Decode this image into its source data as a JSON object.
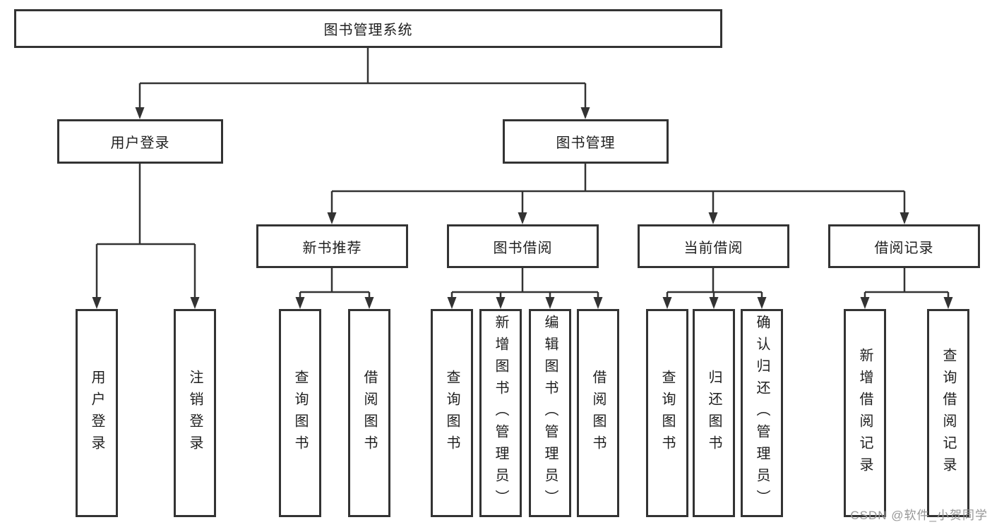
{
  "diagram_type": "tree",
  "colors": {
    "background": "#ffffff",
    "line": "#333333",
    "box_border": "#333333",
    "text": "#1f1f1f",
    "watermark": "#969696"
  },
  "tree": {
    "root": {
      "label": "图书管理系统"
    },
    "branches": [
      {
        "label": "用户登录",
        "children": [
          {
            "label": "用户登录"
          },
          {
            "label": "注销登录"
          }
        ]
      },
      {
        "label": "图书管理",
        "children": [
          {
            "label": "新书推荐",
            "children": [
              {
                "label": "查询图书"
              },
              {
                "label": "借阅图书"
              }
            ]
          },
          {
            "label": "图书借阅",
            "children": [
              {
                "label": "查询图书"
              },
              {
                "label": "新增图书（管理员）"
              },
              {
                "label": "编辑图书（管理员）"
              },
              {
                "label": "借阅图书"
              }
            ]
          },
          {
            "label": "当前借阅",
            "children": [
              {
                "label": "查询图书"
              },
              {
                "label": "归还图书"
              },
              {
                "label": "确认归还（管理员）"
              }
            ]
          },
          {
            "label": "借阅记录",
            "children": [
              {
                "label": "新增借阅记录"
              },
              {
                "label": "查询借阅记录"
              }
            ]
          }
        ]
      }
    ]
  },
  "watermark": {
    "text": "CSDN @软件_小贺同学"
  }
}
